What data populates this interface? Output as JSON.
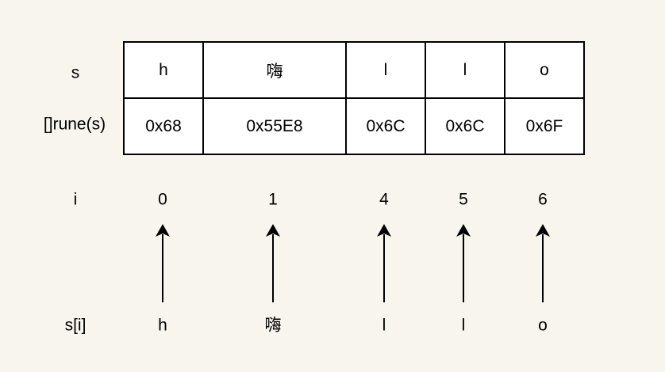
{
  "row_labels": {
    "s": "s",
    "rune": "[]rune(s)",
    "i": "i",
    "si": "s[i]"
  },
  "chars": [
    "h",
    "嗨",
    "l",
    "l",
    "o"
  ],
  "runes": [
    "0x68",
    "0x55E8",
    "0x6C",
    "0x6C",
    "0x6F"
  ],
  "indices": [
    "0",
    "1",
    "4",
    "5",
    "6"
  ],
  "s_i": [
    "h",
    "嗨",
    "l",
    "l",
    "o"
  ]
}
